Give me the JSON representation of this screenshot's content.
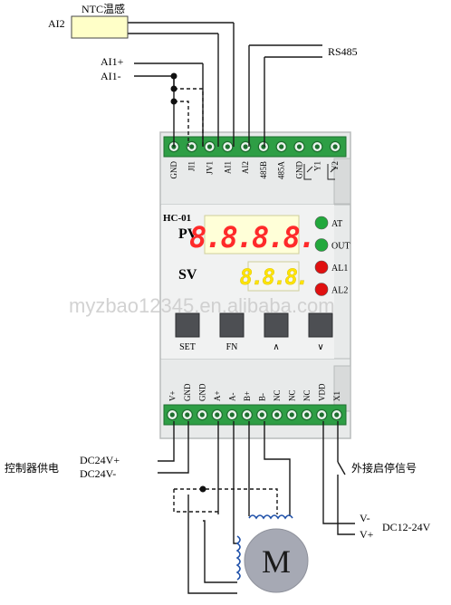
{
  "colors": {
    "housing": "#e8eaea",
    "housing_edge": "#b9bcbc",
    "terminal_green": "#2e9e45",
    "led_segment_red": "#ff2a2a",
    "led_segment_yellow": "#ffe400",
    "indicator_green": "#22a83c",
    "indicator_red": "#e01010",
    "button_dark": "#4d4f53",
    "motor_fill": "#a6a9b4",
    "sensor_fill": "#ffffc8",
    "watermark": "#c8c8c8"
  },
  "device": {
    "model": "HC-01",
    "pv_label": "PV",
    "sv_label": "SV",
    "pv_display": "8.8.8.8.",
    "sv_display": "8.8.8.",
    "indicators": [
      {
        "label": "AT",
        "color": "green"
      },
      {
        "label": "OUT",
        "color": "green"
      },
      {
        "label": "AL1",
        "color": "red"
      },
      {
        "label": "AL2",
        "color": "red"
      }
    ],
    "buttons": [
      "SET",
      "FN",
      "∧",
      "∨"
    ],
    "top_terminals": [
      "GND",
      "JI1",
      "JV1",
      "AI1",
      "AI2",
      "485B",
      "485A",
      "GND",
      "Y1",
      "Y2"
    ],
    "bottom_terminals": [
      "V+",
      "GND",
      "GND",
      "A+",
      "A-",
      "B+",
      "B-",
      "NC",
      "NC",
      "NC",
      "VDD",
      "X1"
    ]
  },
  "labels": {
    "ntc_sensor": "NTC温感",
    "ai2": "AI2",
    "ai1_plus": "AI1+",
    "ai1_minus": "AI1-",
    "rs485": "RS485",
    "power_title": "控制器供电",
    "dc24v_plus": "DC24V+",
    "dc24v_minus": "DC24V-",
    "external_signal": "外接启停信号",
    "v_minus": "V-",
    "v_plus": "V+",
    "dc12_24v": "DC12-24V",
    "motor": "M",
    "watermark": "myzbao12345.en.alibaba.com"
  }
}
